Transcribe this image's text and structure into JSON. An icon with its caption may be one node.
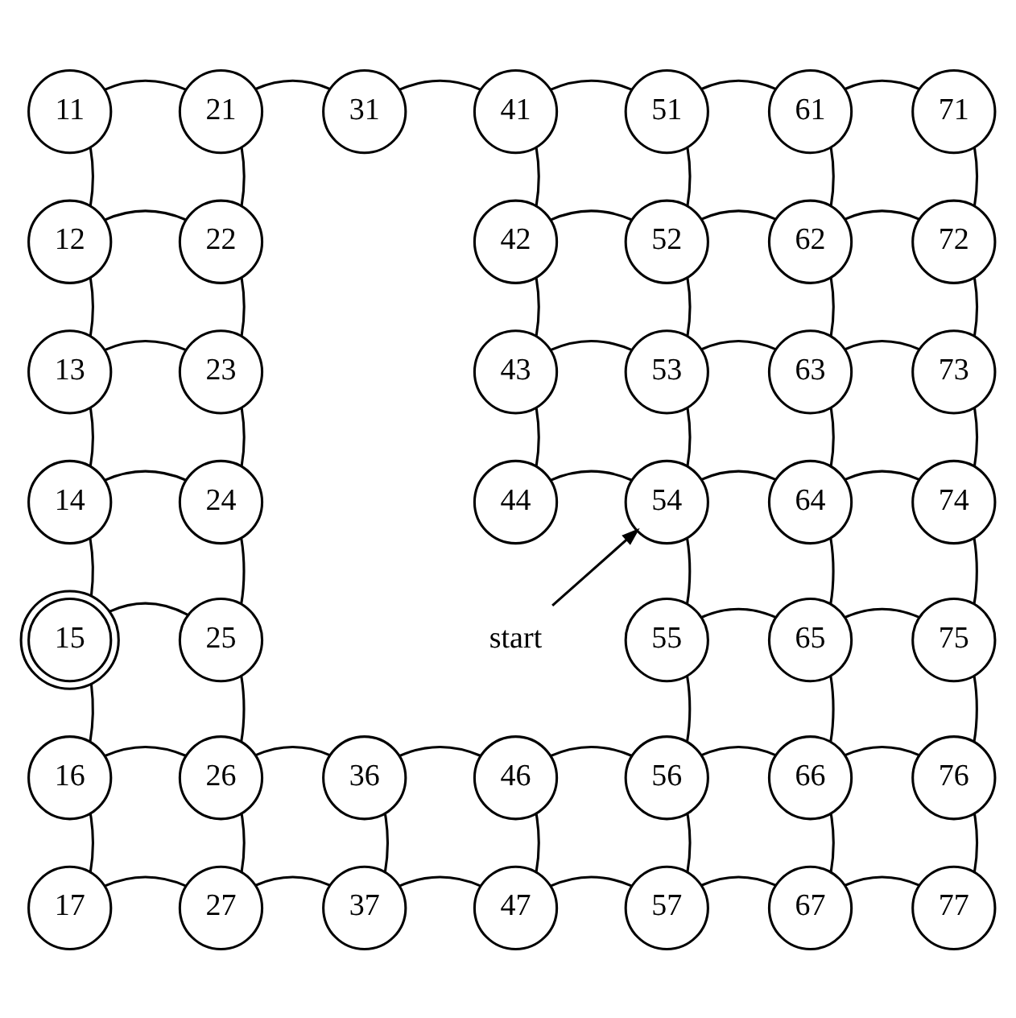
{
  "diagram": {
    "nodes": [
      {
        "text": [
          "11"
        ]
      },
      {
        "text": [
          "21"
        ]
      },
      {
        "text": [
          "31"
        ]
      },
      {
        "text": [
          "41"
        ]
      },
      {
        "text": [
          "51"
        ]
      },
      {
        "text": [
          "61"
        ]
      },
      {
        "text": [
          "71"
        ]
      },
      {
        "text": [
          "12"
        ]
      },
      {
        "text": [
          "22"
        ]
      },
      {
        "text": [
          "42"
        ]
      },
      {
        "text": [
          "52"
        ]
      },
      {
        "text": [
          "62"
        ]
      },
      {
        "text": [
          "72"
        ]
      },
      {
        "text": [
          "13"
        ]
      },
      {
        "text": [
          "23"
        ]
      },
      {
        "text": [
          "43"
        ]
      },
      {
        "text": [
          "53"
        ]
      },
      {
        "text": [
          "63"
        ]
      },
      {
        "text": [
          "73"
        ]
      },
      {
        "text": [
          "14"
        ]
      },
      {
        "text": [
          "24"
        ]
      },
      {
        "text": [
          "44"
        ]
      },
      {
        "text": [
          "54"
        ]
      },
      {
        "text": [
          "64"
        ]
      },
      {
        "text": [
          "74"
        ]
      },
      {
        "text": [
          "15"
        ]
      },
      {
        "text": [
          "25"
        ]
      },
      {
        "text": [
          "start"
        ]
      },
      {
        "text": [
          "55"
        ]
      },
      {
        "text": [
          "65"
        ]
      },
      {
        "text": [
          "75"
        ]
      },
      {
        "text": [
          "16"
        ]
      },
      {
        "text": [
          "26"
        ]
      },
      {
        "text": [
          "36"
        ]
      },
      {
        "text": [
          "46"
        ]
      },
      {
        "text": [
          "56"
        ]
      },
      {
        "text": [
          "66"
        ]
      },
      {
        "text": [
          "76"
        ]
      },
      {
        "text": [
          "17"
        ]
      },
      {
        "text": [
          "27"
        ]
      },
      {
        "text": [
          "37"
        ]
      },
      {
        "text": [
          "47"
        ]
      },
      {
        "text": [
          "57"
        ]
      },
      {
        "text": [
          "67"
        ]
      },
      {
        "text": [
          "77"
        ]
      }
    ],
    "edges": [
      {
        "from": 0,
        "to": 1,
        "arrow": "none"
      },
      {
        "from": 1,
        "to": 2,
        "arrow": "none"
      },
      {
        "from": 2,
        "to": 3,
        "arrow": "none"
      },
      {
        "from": 3,
        "to": 4,
        "arrow": "none"
      },
      {
        "from": 4,
        "to": 5,
        "arrow": "none"
      },
      {
        "from": 5,
        "to": 6,
        "arrow": "none"
      },
      {
        "from": 7,
        "to": 8,
        "arrow": "none"
      },
      {
        "from": 9,
        "to": 10,
        "arrow": "none"
      },
      {
        "from": 10,
        "to": 11,
        "arrow": "none"
      },
      {
        "from": 11,
        "to": 12,
        "arrow": "none"
      },
      {
        "from": 13,
        "to": 14,
        "arrow": "none"
      },
      {
        "from": 15,
        "to": 16,
        "arrow": "none"
      },
      {
        "from": 16,
        "to": 17,
        "arrow": "none"
      },
      {
        "from": 17,
        "to": 18,
        "arrow": "none"
      },
      {
        "from": 19,
        "to": 20,
        "arrow": "none"
      },
      {
        "from": 21,
        "to": 22,
        "arrow": "none"
      },
      {
        "from": 22,
        "to": 23,
        "arrow": "none"
      },
      {
        "from": 23,
        "to": 24,
        "arrow": "none"
      },
      {
        "from": 25,
        "to": 26,
        "arrow": "none"
      },
      {
        "from": 28,
        "to": 29,
        "arrow": "none"
      },
      {
        "from": 29,
        "to": 30,
        "arrow": "none"
      },
      {
        "from": 31,
        "to": 32,
        "arrow": "none"
      },
      {
        "from": 32,
        "to": 33,
        "arrow": "none"
      },
      {
        "from": 33,
        "to": 34,
        "arrow": "none"
      },
      {
        "from": 34,
        "to": 35,
        "arrow": "none"
      },
      {
        "from": 35,
        "to": 36,
        "arrow": "none"
      },
      {
        "from": 36,
        "to": 37,
        "arrow": "none"
      },
      {
        "from": 38,
        "to": 39,
        "arrow": "none"
      },
      {
        "from": 39,
        "to": 40,
        "arrow": "none"
      },
      {
        "from": 40,
        "to": 41,
        "arrow": "none"
      },
      {
        "from": 41,
        "to": 42,
        "arrow": "none"
      },
      {
        "from": 42,
        "to": 43,
        "arrow": "none"
      },
      {
        "from": 43,
        "to": 44,
        "arrow": "none"
      },
      {
        "from": 0,
        "to": 7,
        "arrow": "none"
      },
      {
        "from": 7,
        "to": 13,
        "arrow": "none"
      },
      {
        "from": 13,
        "to": 19,
        "arrow": "none"
      },
      {
        "from": 19,
        "to": 25,
        "arrow": "none"
      },
      {
        "from": 25,
        "to": 31,
        "arrow": "none"
      },
      {
        "from": 31,
        "to": 38,
        "arrow": "none"
      },
      {
        "from": 1,
        "to": 8,
        "arrow": "none"
      },
      {
        "from": 8,
        "to": 14,
        "arrow": "none"
      },
      {
        "from": 14,
        "to": 20,
        "arrow": "none"
      },
      {
        "from": 20,
        "to": 26,
        "arrow": "none"
      },
      {
        "from": 26,
        "to": 32,
        "arrow": "none"
      },
      {
        "from": 32,
        "to": 39,
        "arrow": "none"
      },
      {
        "from": 33,
        "to": 40,
        "arrow": "none"
      },
      {
        "from": 3,
        "to": 9,
        "arrow": "none"
      },
      {
        "from": 9,
        "to": 15,
        "arrow": "none"
      },
      {
        "from": 15,
        "to": 21,
        "arrow": "none"
      },
      {
        "from": 34,
        "to": 41,
        "arrow": "none"
      },
      {
        "from": 4,
        "to": 10,
        "arrow": "none"
      },
      {
        "from": 10,
        "to": 16,
        "arrow": "none"
      },
      {
        "from": 16,
        "to": 22,
        "arrow": "none"
      },
      {
        "from": 22,
        "to": 28,
        "arrow": "none"
      },
      {
        "from": 28,
        "to": 35,
        "arrow": "none"
      },
      {
        "from": 35,
        "to": 42,
        "arrow": "none"
      },
      {
        "from": 5,
        "to": 11,
        "arrow": "none"
      },
      {
        "from": 11,
        "to": 17,
        "arrow": "none"
      },
      {
        "from": 17,
        "to": 23,
        "arrow": "none"
      },
      {
        "from": 23,
        "to": 29,
        "arrow": "none"
      },
      {
        "from": 29,
        "to": 36,
        "arrow": "none"
      },
      {
        "from": 36,
        "to": 43,
        "arrow": "none"
      },
      {
        "from": 6,
        "to": 12,
        "arrow": "none"
      },
      {
        "from": 12,
        "to": 18,
        "arrow": "none"
      },
      {
        "from": 18,
        "to": 24,
        "arrow": "none"
      },
      {
        "from": 24,
        "to": 30,
        "arrow": "none"
      },
      {
        "from": 30,
        "to": 37,
        "arrow": "none"
      },
      {
        "from": 37,
        "to": 44,
        "arrow": "none"
      },
      {
        "from": 27,
        "to": 22,
        "arrow": "to"
      }
    ]
  }
}
